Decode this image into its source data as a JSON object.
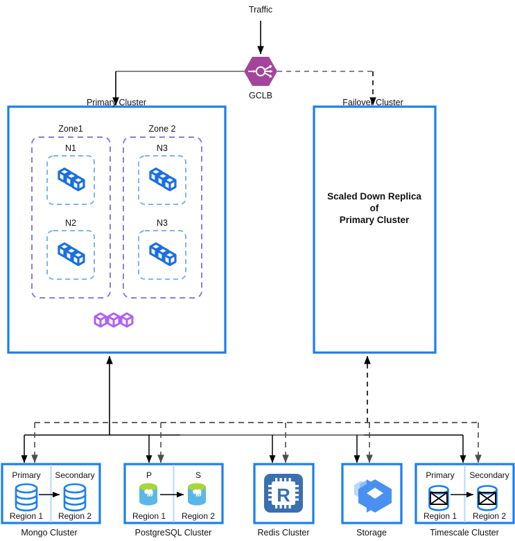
{
  "diagram": {
    "title_note": "Multi-region Kubernetes HA architecture",
    "colors": {
      "cluster_border": "#1a7ff0",
      "zone_dash": "#8a7fd4",
      "node_dash": "#7fb3f0",
      "gclb_fill": "#a3459c",
      "node_icon": "#1a6fe0",
      "purple_icon": "#b060f0",
      "line": "#666666",
      "arrow": "#000000",
      "text": "#111111",
      "redis": "#3a6fb0",
      "storage": "#4a90f0",
      "pg_body": "#59b4e0",
      "pg_top": "#a8d63a"
    },
    "traffic": {
      "label": "Traffic"
    },
    "gclb": {
      "label": "GCLB",
      "icon": "load-balancer-icon"
    },
    "primary_cluster": {
      "label": "Primary Cluster",
      "zones": [
        {
          "label": "Zone1",
          "nodes": [
            {
              "label": "N1",
              "icon": "node-cubes-icon"
            },
            {
              "label": "N2",
              "icon": "node-cubes-icon"
            }
          ]
        },
        {
          "label": "Zone 2",
          "nodes": [
            {
              "label": "N3",
              "icon": "node-cubes-icon"
            },
            {
              "label": "N3",
              "icon": "node-cubes-icon"
            }
          ]
        }
      ],
      "extra_icon": {
        "name": "purple-cubes-icon",
        "count": 3
      }
    },
    "failover_cluster": {
      "label": "Failover Cluster",
      "body_lines": [
        "Scaled Down Replica",
        "of",
        "Primary Cluster"
      ]
    },
    "datastores": [
      {
        "caption": "Mongo Cluster",
        "split": true,
        "left": {
          "role": "Primary",
          "region": "Region 1",
          "icon": "database-cylinder-icon"
        },
        "right": {
          "role": "Secondary",
          "region": "Region 2",
          "icon": "database-cylinder-icon"
        },
        "replication_arrow": true
      },
      {
        "caption": "PostgreSQL Cluster",
        "split": true,
        "left": {
          "role": "P",
          "region": "Region 1",
          "icon": "postgresql-elephant-icon"
        },
        "right": {
          "role": "S",
          "region": "Region 2",
          "icon": "postgresql-elephant-icon"
        },
        "replication_arrow": true
      },
      {
        "caption": "Redis Cluster",
        "split": false,
        "icon": "redis-chip-icon"
      },
      {
        "caption": "Storage",
        "split": false,
        "icon": "storage-cube-icon"
      },
      {
        "caption": "Timescale Cluster",
        "split": true,
        "left": {
          "role": "Primary",
          "region": "Region 1",
          "icon": "timescale-cylinder-icon"
        },
        "right": {
          "role": "Secondary",
          "region": "Region 2",
          "icon": "timescale-cylinder-icon"
        },
        "replication_arrow": true
      }
    ],
    "edges": {
      "traffic_to_gclb": "solid",
      "gclb_to_primary": "solid",
      "gclb_to_failover": "dashed",
      "primary_to_bus": "solid",
      "failover_to_bus": "dashed",
      "bus_to_datastores_solid": "solid",
      "bus_to_datastores_dashed": "dashed"
    }
  }
}
